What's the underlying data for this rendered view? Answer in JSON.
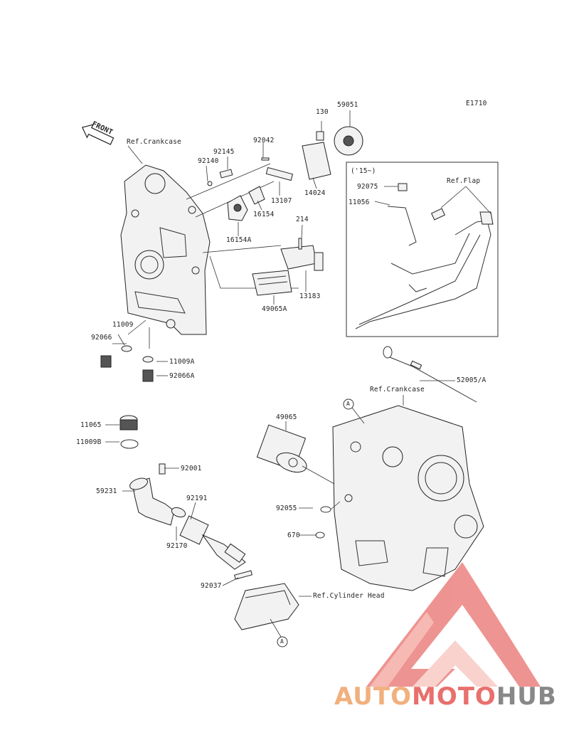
{
  "diagram_code": "E1710",
  "front_label": "FRONT",
  "inset": {
    "title": "('15~)"
  },
  "refs": {
    "crankcase_top": "Ref.Crankcase",
    "crankcase_right": "Ref.Crankcase",
    "flap": "Ref.Flap",
    "cylinder_head": "Ref.Cylinder Head"
  },
  "markers": {
    "a1": "A",
    "a2": "A"
  },
  "parts": {
    "p130": "130",
    "p59051": "59051",
    "p92042": "92042",
    "p92145": "92145",
    "p92140": "92140",
    "p14024": "14024",
    "p13107": "13107",
    "p16154": "16154",
    "p16154A": "16154A",
    "p214": "214",
    "p13183": "13183",
    "p49065A": "49065A",
    "p11009": "11009",
    "p92066": "92066",
    "p11009A": "11009A",
    "p92066A": "92066A",
    "p92075": "92075",
    "p11056": "11056",
    "p52005A": "52005/A",
    "p49065": "49065",
    "p11065": "11065",
    "p11009B": "11009B",
    "p92001": "92001",
    "p59231": "59231",
    "p92191": "92191",
    "p92170": "92170",
    "p92055": "92055",
    "p670": "670",
    "p92037": "92037"
  },
  "watermark": {
    "part1": "AUTO",
    "part2": "MOTO",
    "part3": "HUB"
  },
  "colors": {
    "wm_auto": "#f1b07e",
    "wm_moto": "#e8706d",
    "wm_hub": "#888888"
  }
}
